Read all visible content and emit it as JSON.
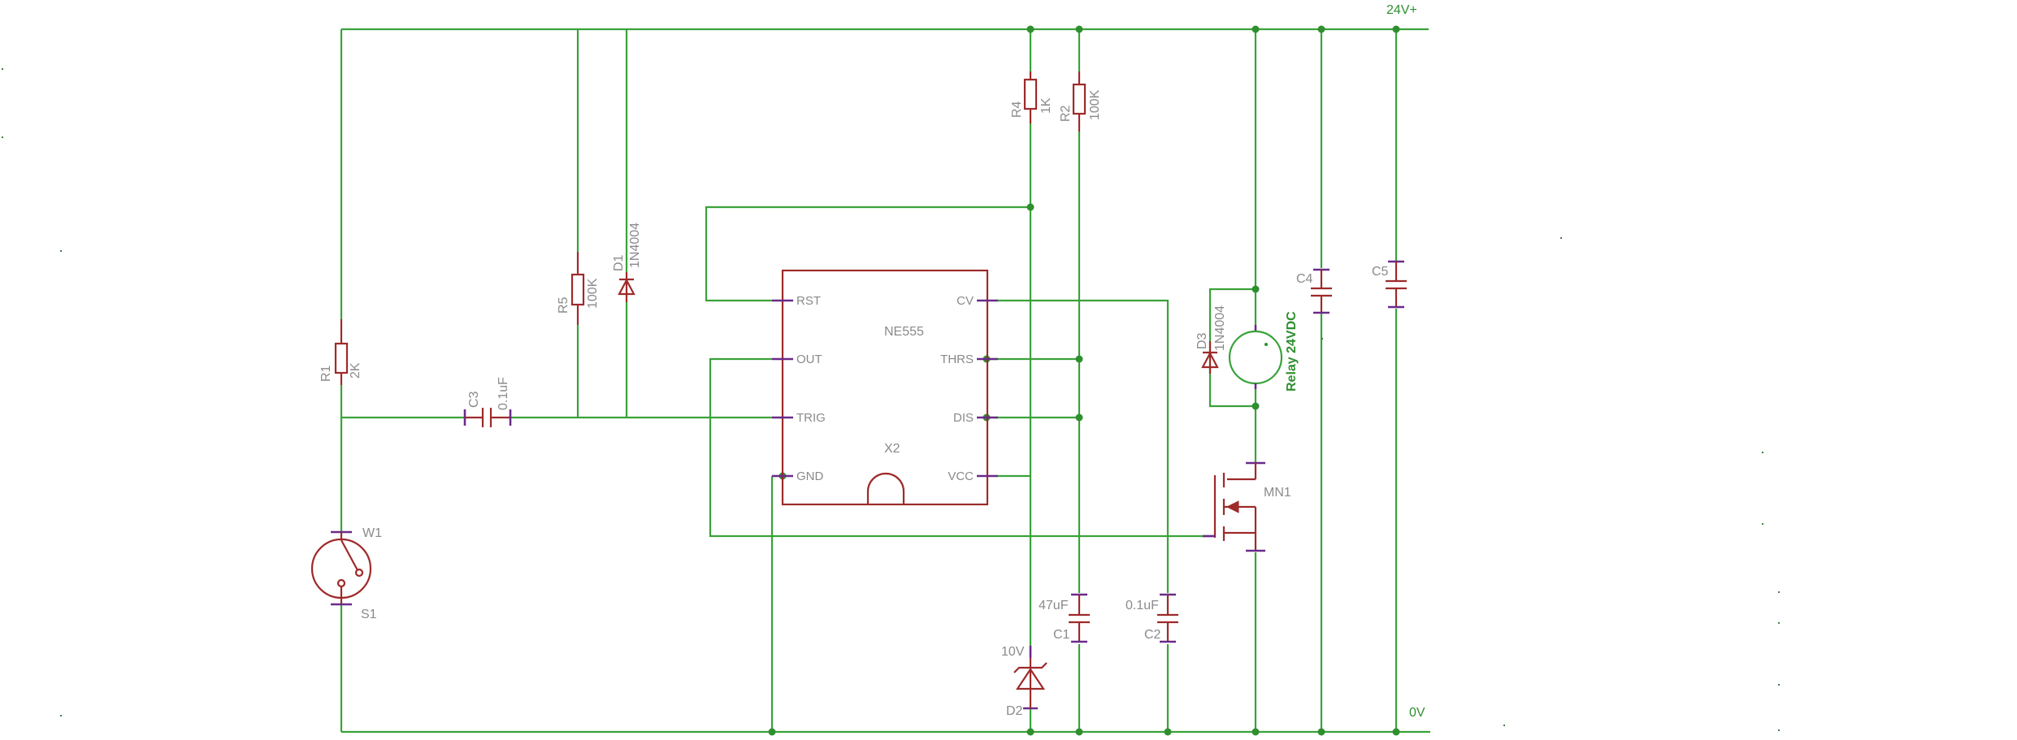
{
  "rails": {
    "top": "24V+",
    "bottom": "0V"
  },
  "ic": {
    "name": "NE555",
    "ref": "X2",
    "pins": {
      "rst": "RST",
      "out": "OUT",
      "trig": "TRIG",
      "gnd": "GND",
      "cv": "CV",
      "thrs": "THRS",
      "dis": "DIS",
      "vcc": "VCC"
    }
  },
  "components": {
    "r1": {
      "ref": "R1",
      "value": "2K"
    },
    "r2": {
      "ref": "R2",
      "value": "100K"
    },
    "r4": {
      "ref": "R4",
      "value": "1K"
    },
    "r5": {
      "ref": "R5",
      "value": "100K"
    },
    "c1": {
      "ref": "C1",
      "value": "47uF"
    },
    "c2": {
      "ref": "C2",
      "value": "0.1uF"
    },
    "c3": {
      "ref": "C3",
      "value": "0.1uF"
    },
    "c4": {
      "ref": "C4"
    },
    "c5": {
      "ref": "C5"
    },
    "d1": {
      "ref": "D1",
      "value": "1N4004"
    },
    "d2": {
      "ref": "D2",
      "value": "10V"
    },
    "d3": {
      "ref": "D3",
      "value": "1N4004"
    },
    "mn1": {
      "ref": "MN1"
    },
    "relay": {
      "value": "Relay 24VDC"
    },
    "switch": {
      "pin_top": "W1",
      "pin_bottom": "S1"
    }
  },
  "colors": {
    "wire": "#3aa23a",
    "part": "#9e2a2a",
    "pin": "#6a2a8a",
    "label": "#8a8a8a"
  }
}
